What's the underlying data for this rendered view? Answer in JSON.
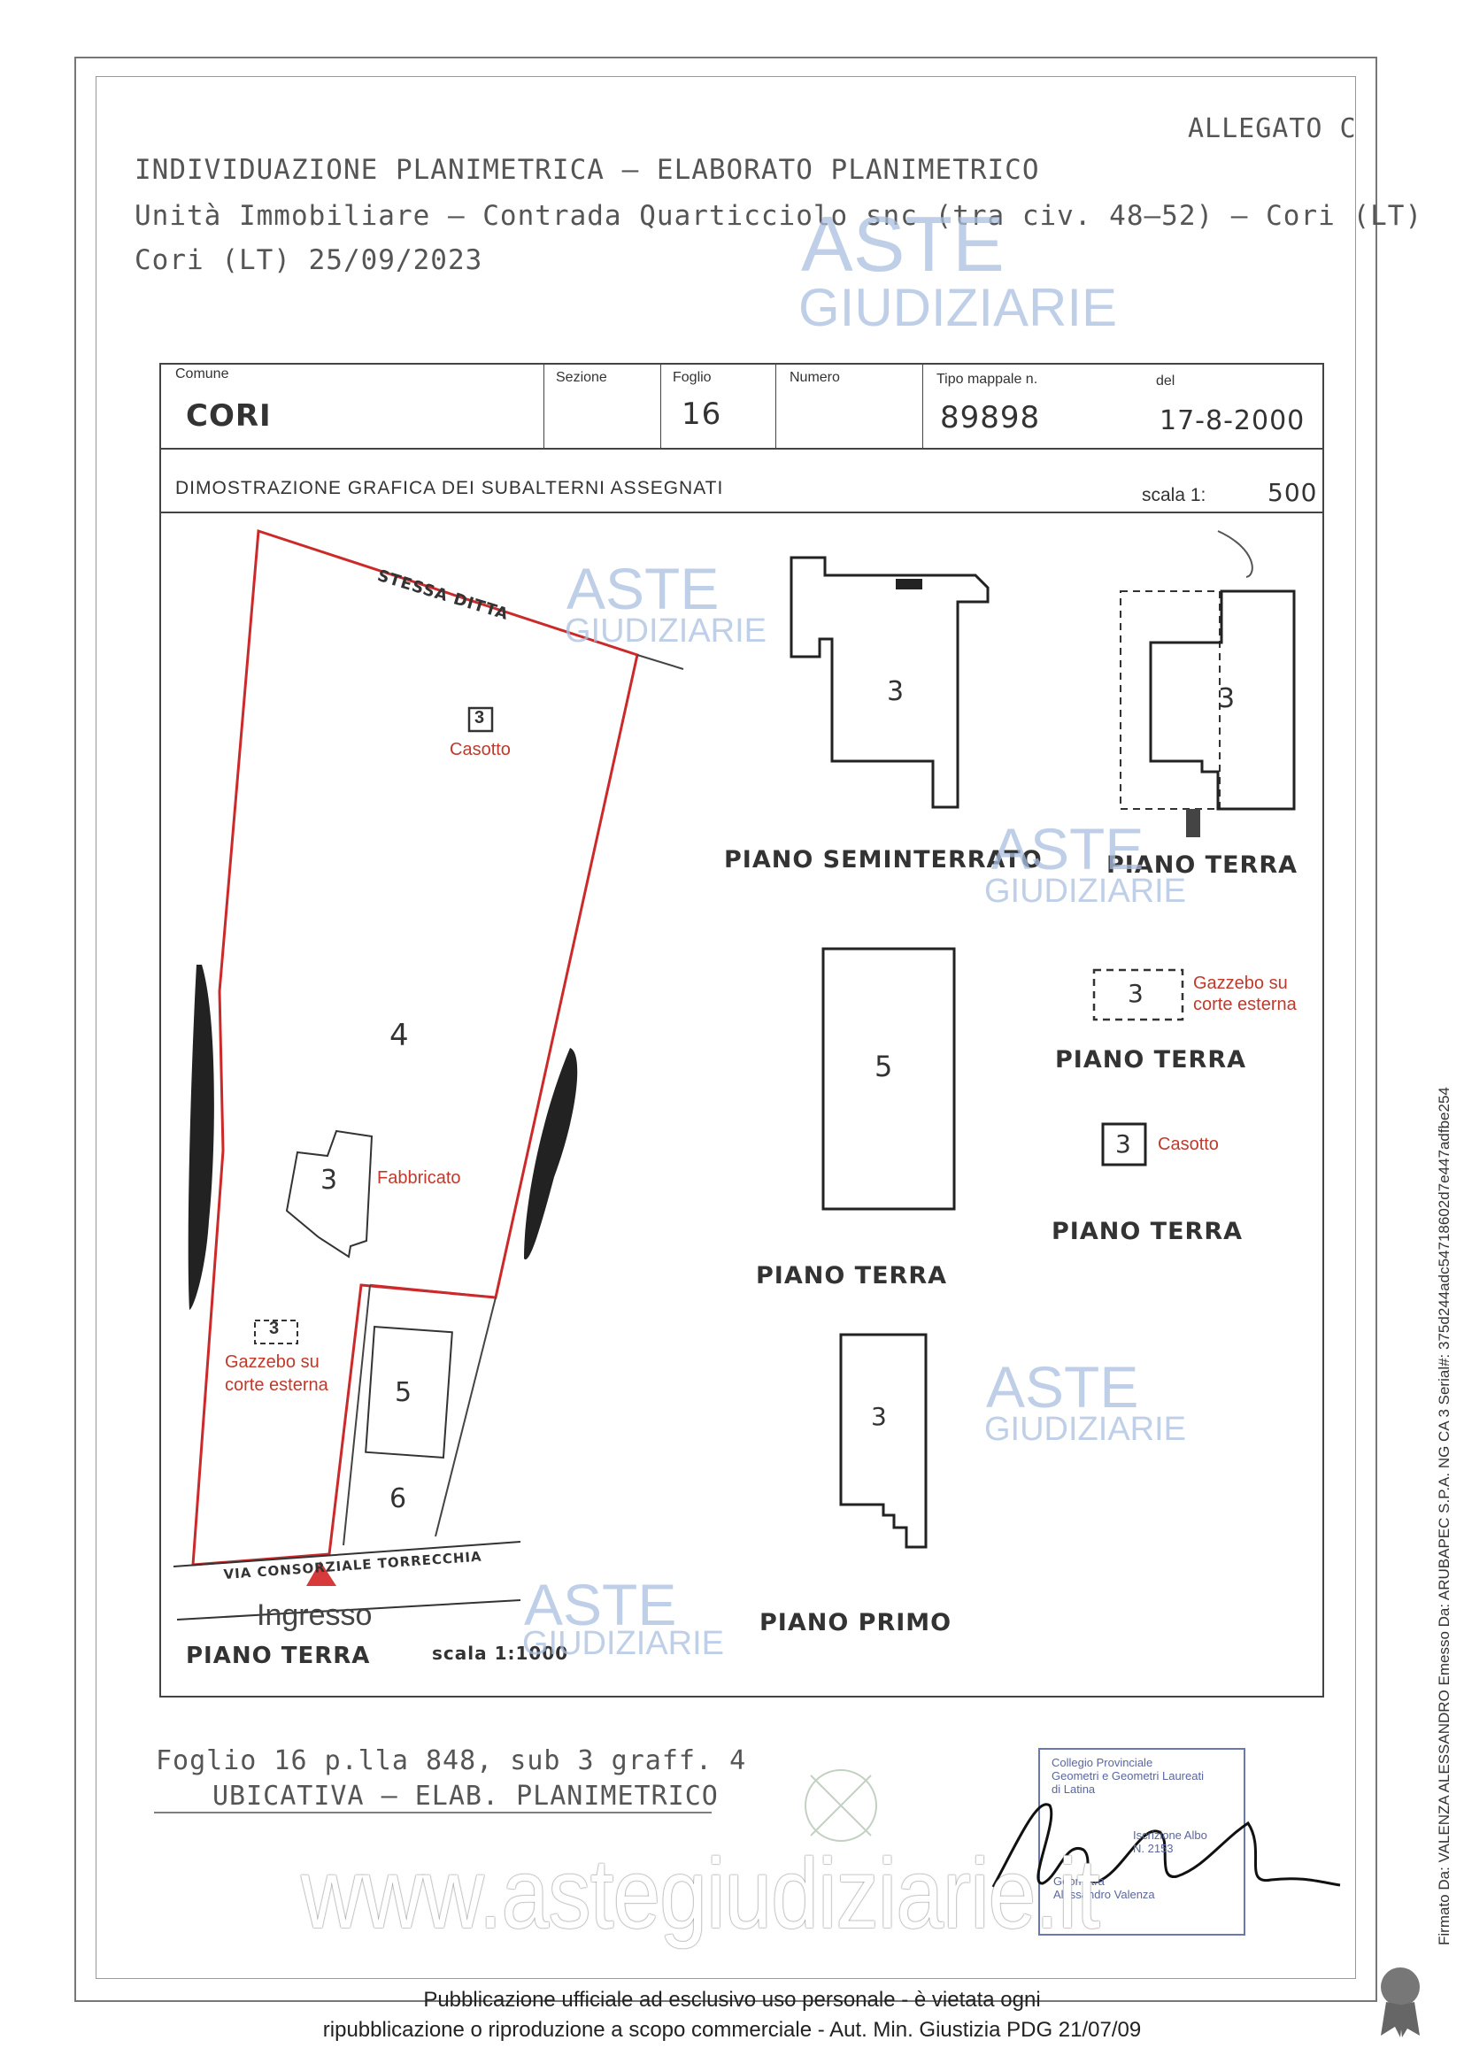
{
  "attachment": "ALLEGATO C",
  "header": {
    "line1": "INDIVIDUAZIONE PLANIMETRICA  – ELABORATO PLANIMETRICO",
    "line2": "Unità Immobiliare –  Contrada Quarticciolo snc (tra civ. 48–52) – Cori (LT)",
    "line3": "Cori (LT) 25/09/2023"
  },
  "table": {
    "comune_label": "Comune",
    "comune_value": "CORI",
    "sezione_label": "Sezione",
    "foglio_label": "Foglio",
    "foglio_value": "16",
    "numero_label": "Numero",
    "tipo_label": "Tipo mappale n.",
    "tipo_value": "89898",
    "del_label": "del",
    "del_value": "17-8-2000",
    "section_title": "DIMOSTRAZIONE GRAFICA DEI SUBALTERNI ASSEGNATI",
    "scale_label": "scala 1:",
    "scale_value": "500"
  },
  "site_plan": {
    "boundary_label": "STESSA DITTA",
    "lot4": "4",
    "lot5": "5",
    "lot6": "6",
    "casotto_num": "3",
    "casotto_label": "Casotto",
    "fabbricato_num": "3",
    "fabbricato_label": "Fabbricato",
    "gazebo_num": "3",
    "gazebo_label_1": "Gazzebo su",
    "gazebo_label_2": "corte esterna",
    "road_label": "VIA CONSORZIALE TORRECCHIA",
    "entrance_label": "Ingresso",
    "floor_label": "PIANO TERRA",
    "scale_label": "scala 1:1000"
  },
  "plans": {
    "seminterrato_num": "3",
    "seminterrato_label": "PIANO SEMINTERRATO",
    "terra_a_num": "3",
    "terra_a_label": "PIANO TERRA",
    "terra5_num": "5",
    "terra5_label": "PIANO TERRA",
    "gazebo_num": "3",
    "gazebo_label_1": "Gazzebo su",
    "gazebo_label_2": "corte esterna",
    "terra_b_label": "PIANO TERRA",
    "casotto_num": "3",
    "casotto_label": "Casotto",
    "terra_c_label": "PIANO TERRA",
    "primo_num": "3",
    "primo_label": "PIANO PRIMO"
  },
  "caption": {
    "line1": "Foglio 16 p.lla 848, sub 3 graff. 4",
    "line2": "UBICATIVA – ELAB. PLANIMETRICO"
  },
  "stamp": {
    "line1": "Collegio Provinciale",
    "line2": "Geometri e Geometri Laureati",
    "line3": "di Latina",
    "line4": "Iscrizione Albo",
    "line5": "N. 2153",
    "line6": "Geometra",
    "line7": "Alessandro Valenza"
  },
  "watermarks": {
    "aste": "ASTE",
    "giudiziarie": "GIUDIZIARIE",
    "site": "www.astegiudiziarie.it"
  },
  "signature_info": "Firmato Da: VALENZA ALESSANDRO Emesso Da: ARUBAPEC S.P.A. NG CA 3 Serial#: 375d244adc54718602d7e447adfbe254",
  "footer": {
    "line1": "Pubblicazione ufficiale ad esclusivo uso personale - è vietata ogni",
    "line2": "ripubblicazione o riproduzione a scopo commerciale - Aut. Min. Giustizia PDG 21/07/09"
  },
  "colors": {
    "boundary": "#cc2a2a",
    "note": "#c0392b",
    "watermark": "#a9bfe0"
  }
}
